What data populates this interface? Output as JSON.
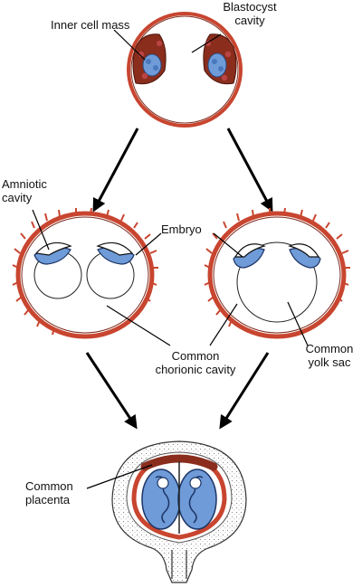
{
  "labels": {
    "inner_cell_mass": "Inner cell mass",
    "blastocyst_cavity": "Blastocyst\ncavity",
    "amniotic_cavity": "Amniotic\ncavity",
    "embryo": "Embryo",
    "common_chorionic_cavity": "Common\nchorionic cavity",
    "common_yolk_sac": "Common\nyolk sac",
    "common_placenta": "Common\nplacenta"
  },
  "colors": {
    "trophoblast": "#c8452f",
    "trophoblast_dark": "#7a2a1c",
    "cell_blue": "#6f9bd8",
    "arrow": "#000000"
  },
  "icons": [
    "blastocyst-illustration",
    "monochorionic-embryo-illustration",
    "twins-in-uterus-illustration"
  ]
}
